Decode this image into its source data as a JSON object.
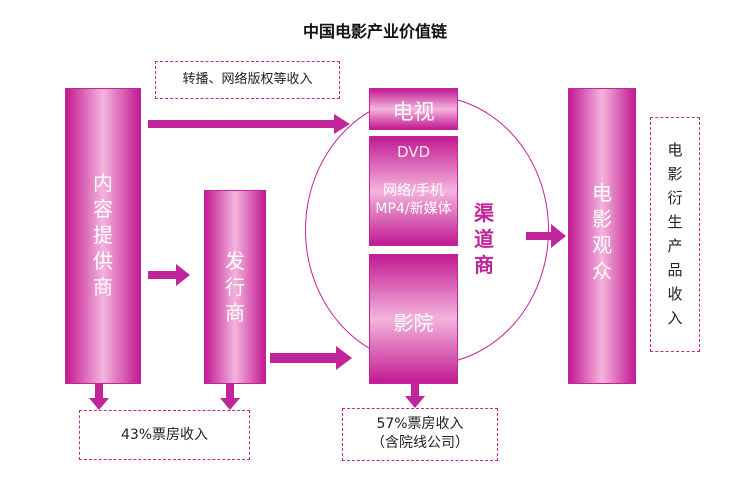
{
  "title": "中国电影产业价值链",
  "nodes": {
    "content_provider": "内容提供商",
    "distributor": "发行商",
    "tv": "电视",
    "dvd": "DVD",
    "network": "网络/手机MP4/新媒体",
    "cinema": "影院",
    "channel": "渠道商",
    "audience": "电影观众"
  },
  "notes": {
    "copyright_income": "转播、网络版权等收入",
    "derivative_income": "电影衍生产品收入",
    "box_office_43": "43%票房收入",
    "box_office_57_line1": "57%票房收入",
    "box_office_57_line2": "（含院线公司）"
  },
  "colors": {
    "magenta": "#c0259a",
    "magenta_light": "#f4b4dd"
  }
}
